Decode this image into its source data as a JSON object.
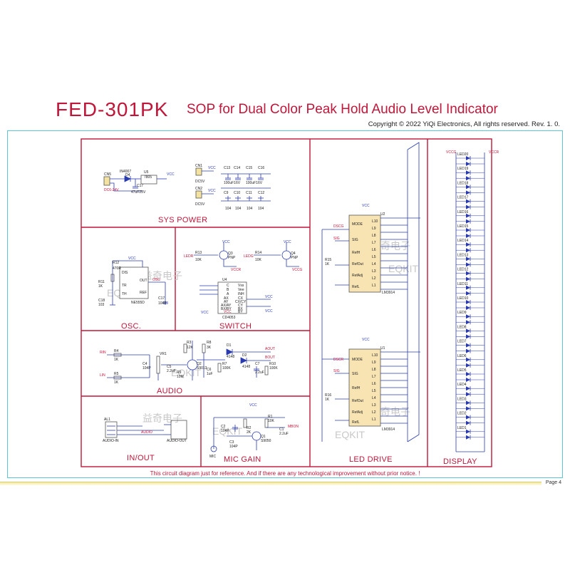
{
  "header": {
    "model": "FED-301PK",
    "subtitle": "SOP for Dual Color Peak Hold Audio Level Indicator",
    "copyright": "Copyright © 2022 YiQi Electronics, All rights reserved. Rev. 1. 0."
  },
  "blocks": {
    "syspower": "SYS POWER",
    "osc": "OSC.",
    "switch": "SWITCH",
    "audio": "AUDIO",
    "inout": "IN/OUT",
    "micgain": "MIC GAIN",
    "leddrive": "LED DRIVE",
    "display": "DISPLAY"
  },
  "parts": {
    "power": [
      "CN5",
      "DC6-24V",
      "IN4007",
      "D4",
      "U5",
      "7805",
      "C17",
      "47uF25V",
      "VCC",
      "CN1",
      "CN2",
      "DC5V",
      "C13",
      "C14",
      "C15",
      "C16",
      "100uF16V",
      "C9",
      "C10",
      "C11",
      "C12",
      "104"
    ],
    "osc": [
      "R12",
      "470R",
      "R11",
      "1K",
      "C18",
      "103",
      "NE555D",
      "C17",
      "104P",
      "VCC",
      "DIS",
      "TR",
      "TH",
      "OUT",
      "REF",
      "OSC"
    ],
    "switch": [
      "LEDR",
      "R13",
      "10K",
      "Q3",
      "PNP",
      "LEDG",
      "R14",
      "10K",
      "Q4",
      "PNP",
      "VCCR",
      "VCCG",
      "U4",
      "CD4053",
      "VCC"
    ],
    "switch_pins": [
      "C",
      "Vss",
      "B",
      "Vee",
      "A",
      "INH",
      "AX",
      "CX",
      "AY",
      "CX/CY",
      "AX/AY",
      "CY",
      "BX/BY",
      "BX",
      "VCC",
      "BY"
    ],
    "audio": [
      "RIN",
      "R4",
      "1K",
      "LIN",
      "R5",
      "1K",
      "VR1",
      "C4",
      "104P",
      "C5",
      "2.2uF",
      "R3",
      "12K",
      "Q2",
      "S9013",
      "C6",
      "1uF",
      "R7",
      "100K",
      "R8",
      "3K",
      "D1",
      "4148",
      "D2",
      "4148",
      "C7",
      "2.2uF",
      "R10",
      "100K",
      "R9",
      "10M",
      "AOUT",
      "BOUT"
    ],
    "inout": [
      "AL1",
      "AUDIO-IN",
      "AUDIO-OUT",
      "AUDIO"
    ],
    "micgain": [
      "C2",
      "104P",
      "C3",
      "104P",
      "R1",
      "10K",
      "R2",
      "2K",
      "Q1",
      "S9050",
      "C1",
      "2.2uF",
      "MIC",
      "MBON",
      "VCC"
    ],
    "leddrive": [
      "U2",
      "U1",
      "LM3914",
      "MODE",
      "SIG",
      "RefH",
      "RefOut",
      "RefAdj",
      "RefL",
      "L10",
      "L9",
      "L8",
      "L7",
      "L6",
      "L5",
      "L4",
      "L3",
      "L2",
      "L1",
      "VCC",
      "R15",
      "1K",
      "R16",
      "1K",
      "DSCG",
      "SIG",
      "DSCR"
    ],
    "display": [
      "VCCG",
      "VCCR",
      "LED20",
      "LED19",
      "LED18",
      "LED17",
      "LED16",
      "LED15",
      "LED14",
      "LED13",
      "LED12",
      "LED11",
      "LED10",
      "LED9",
      "LED8",
      "LED7",
      "LED6",
      "LED5",
      "LED4",
      "LED3",
      "LED2",
      "LED1"
    ]
  },
  "watermarks": {
    "brand": "EQKIT",
    "cn": "益奇电子"
  },
  "footer": {
    "disclaimer": "This circuit diagram just for reference. And if there are any technological improvement without prior notice. !",
    "page": "Page 4"
  },
  "colors": {
    "title": "#c0163a",
    "frame": "#c0163a",
    "sheet_border": "#5bc7d6",
    "wire": "#2a3bb0",
    "footer_bar": "#f0e9a0"
  }
}
